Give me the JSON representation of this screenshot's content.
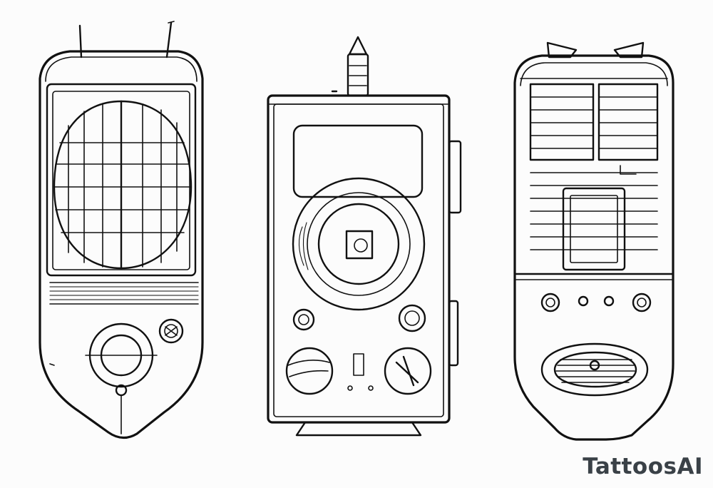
{
  "watermark": {
    "text": "TattoosAI"
  },
  "colors": {
    "ink": "#111111",
    "paper": "#fcfcfc",
    "watermark": "#3a4147"
  },
  "devices": [
    {
      "name": "left-device",
      "icon": "radio-handset-icon"
    },
    {
      "name": "center-device",
      "icon": "walkie-talkie-icon"
    },
    {
      "name": "right-device",
      "icon": "speaker-unit-icon"
    }
  ]
}
